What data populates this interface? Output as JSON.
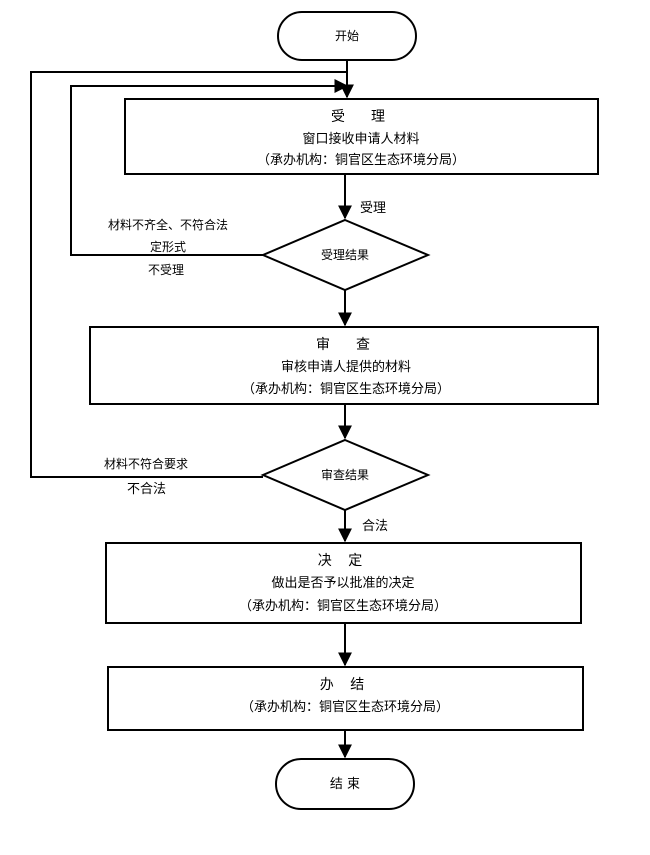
{
  "nodes": {
    "start": {
      "label": "开始"
    },
    "accept": {
      "title": "受　理",
      "desc": "窗口接收申请人材料",
      "org": "（承办机构：铜官区生态环境分局）"
    },
    "accept_decision": {
      "label": "受理结果"
    },
    "review": {
      "title": "审　查",
      "desc": "审核申请人提供的材料",
      "org": "（承办机构：铜官区生态环境分局）"
    },
    "review_decision": {
      "label": "审查结果"
    },
    "decide": {
      "title": "决 定",
      "desc": "做出是否予以批准的决定",
      "org": "（承办机构：铜官区生态环境分局）"
    },
    "complete": {
      "title": "办 结",
      "org": "（承办机构：铜官区生态环境分局）"
    },
    "end": {
      "label": "结 束"
    }
  },
  "edges": {
    "accept_yes": "受理",
    "accept_no_line1": "材料不齐全、不符合法",
    "accept_no_line2": "定形式",
    "accept_no_line3": "不受理",
    "review_no_line1": "材料不符合要求",
    "review_no_line2": "不合法",
    "review_yes": "合法"
  }
}
